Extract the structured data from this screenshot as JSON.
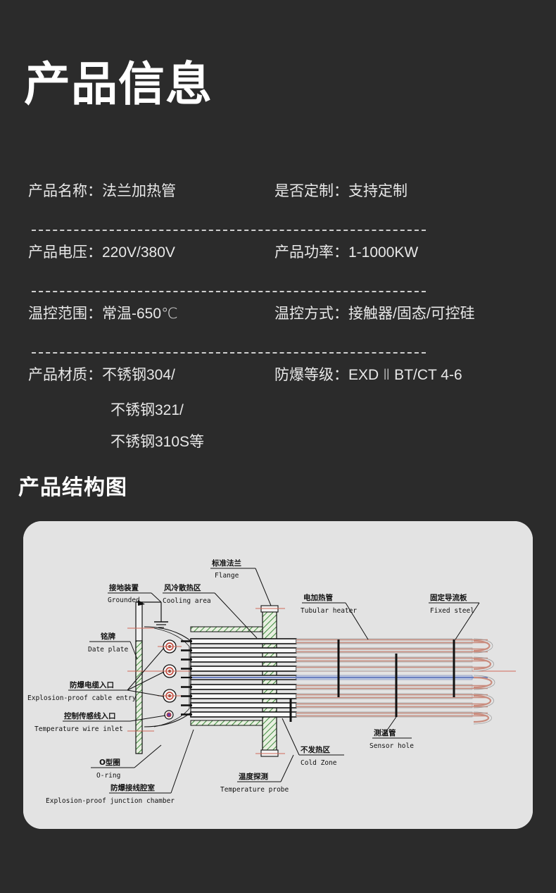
{
  "page": {
    "background_color": "#2b2b2b",
    "text_color": "#e8e8e8"
  },
  "main_title": "产品信息",
  "section_title": "产品结构图",
  "specs": {
    "rows": [
      {
        "left": {
          "label": "产品名称：",
          "value": "法兰加热管"
        },
        "right": {
          "label": "是否定制：",
          "value": "支持定制"
        }
      },
      {
        "left": {
          "label": "产品电压：",
          "value": "220V/380V"
        },
        "right": {
          "label": "产品功率：",
          "value": "1-1000KW"
        }
      },
      {
        "left": {
          "label": "温控范围：",
          "value": "常温-650℃"
        },
        "right": {
          "label": "温控方式：",
          "value": "接触器/固态/可控硅"
        }
      },
      {
        "left": {
          "label": "产品材质：",
          "value": "不锈钢304/"
        },
        "right": {
          "label": "防爆等级：",
          "value": "EXD Ⅱ BT/CT 4-6"
        }
      }
    ],
    "material_continuation": [
      "不锈钢321/",
      "不锈钢310S等"
    ]
  },
  "diagram": {
    "background_color": "#e3e3e3",
    "annotations": [
      {
        "id": "flange",
        "cn": "标准法兰",
        "en": "Flange"
      },
      {
        "id": "grounded",
        "cn": "接地装置",
        "en": "Grounded"
      },
      {
        "id": "cooling-area",
        "cn": "风冷散热区",
        "en": "Cooling area"
      },
      {
        "id": "tubular-heater",
        "cn": "电加热管",
        "en": "Tubular heater"
      },
      {
        "id": "fixed-steel",
        "cn": "固定导流板",
        "en": "Fixed steel"
      },
      {
        "id": "date-plate",
        "cn": "铭牌",
        "en": "Date plate"
      },
      {
        "id": "cable-entry",
        "cn": "防爆电缆入口",
        "en": "Explosion-proof cable entry"
      },
      {
        "id": "wire-inlet",
        "cn": "控制传感线入口",
        "en": "Temperature wire inlet"
      },
      {
        "id": "o-ring",
        "cn": "O型圈",
        "en": "O-ring"
      },
      {
        "id": "junction-chamber",
        "cn": "防爆接线腔室",
        "en": "Explosion-proof junction chamber"
      },
      {
        "id": "temperature-probe",
        "cn": "温度探测",
        "en": "Temperature probe"
      },
      {
        "id": "cold-zone",
        "cn": "不发热区",
        "en": "Cold Zone"
      },
      {
        "id": "sensor-hole",
        "cn": "测温管",
        "en": "Sensor hole"
      }
    ]
  }
}
